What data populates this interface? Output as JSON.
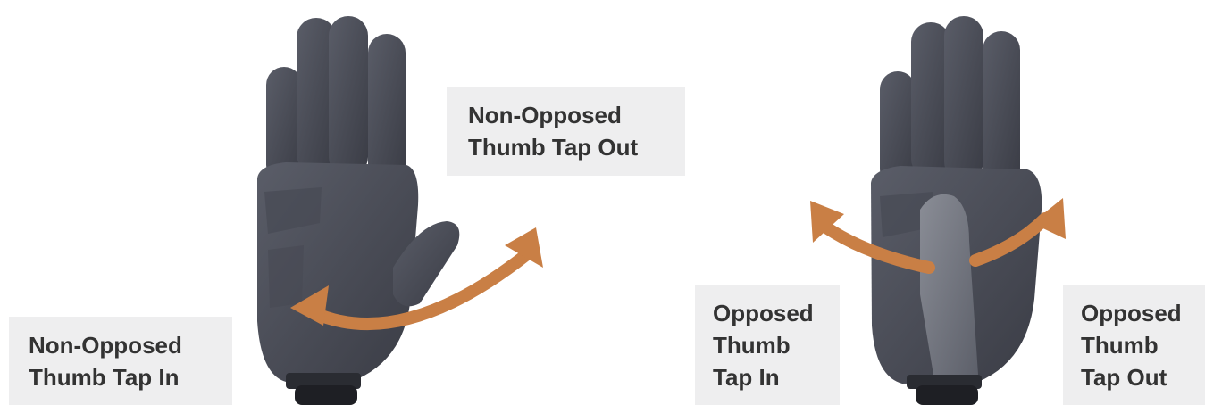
{
  "labels": {
    "non_opposed_out": {
      "line1": "Non-Opposed",
      "line2": "Thumb Tap Out"
    },
    "non_opposed_in": {
      "line1": "Non-Opposed",
      "line2": "Thumb Tap In"
    },
    "opposed_in": {
      "line1": "Opposed",
      "line2": "Thumb",
      "line3": "Tap In"
    },
    "opposed_out": {
      "line1": "Opposed",
      "line2": "Thumb",
      "line3": "Tap Out"
    }
  },
  "colors": {
    "arrow": "#c97f45",
    "label_bg": "#eeeeef",
    "label_text": "#333333",
    "glove": "#4a4d57",
    "glove_dark": "#2e3038"
  },
  "icons": {
    "left_hand": "glove-hand-thumb-extended",
    "right_hand": "glove-hand-thumb-folded",
    "arrows": "curved-double-arrow"
  }
}
